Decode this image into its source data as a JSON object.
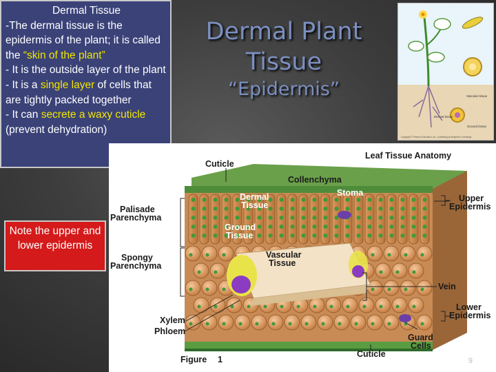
{
  "title": "Dermal Plant Tissue",
  "subtitle": "“Epidermis”",
  "info_box": {
    "heading": "Dermal Tissue",
    "line1_prefix": "-The dermal tissue is the epidermis of the plant; it is called the ",
    "line1_highlight": "“skin of the plant”",
    "line2": "- It is the outside layer of the plant",
    "line3_prefix": "- It is a ",
    "line3_highlight": "single layer",
    "line3_suffix": " of cells that are tightly packed together",
    "line4_prefix": "- It can ",
    "line4_highlight": "secrete a waxy cuticle",
    "line4_suffix": " (prevent dehydration)"
  },
  "note": "Note the upper and lower epidermis",
  "figure": {
    "heading": "Leaf Tissue Anatomy",
    "caption_word": "Figure",
    "caption_num": "1",
    "labels": {
      "cuticle_top": "Cuticle",
      "collenchyma": "Collenchyma",
      "dermal1": "Dermal",
      "dermal2": "Tissue",
      "stoma": "Stoma",
      "upper1": "Upper",
      "upper2": "Epidermis",
      "palisade1": "Palisade",
      "palisade2": "Parenchyma",
      "ground1": "Ground",
      "ground2": "Tissue",
      "vascular1": "Vascular",
      "vascular2": "Tissue",
      "spongy1": "Spongy",
      "spongy2": "Parenchyma",
      "vein": "Vein",
      "lower1": "Lower",
      "lower2": "Epidermis",
      "xylem": "Xylem",
      "phloem": "Phloem",
      "guard1": "Guard",
      "guard2": "Cells",
      "cuticle_bottom": "Cuticle"
    }
  },
  "plant_image": {
    "labels": {
      "a": "Vascular tissue",
      "b": "Dermal tissue",
      "c": "Ground tissue"
    },
    "copyright": "Copyright © Pearson Education, Inc., publishing as Benjamin Cummings."
  },
  "page_number": "9",
  "colors": {
    "box_blue": "#3a4278",
    "note_red": "#d41a1a",
    "highlight": "#f2e600",
    "title": "#7b8fbf"
  }
}
